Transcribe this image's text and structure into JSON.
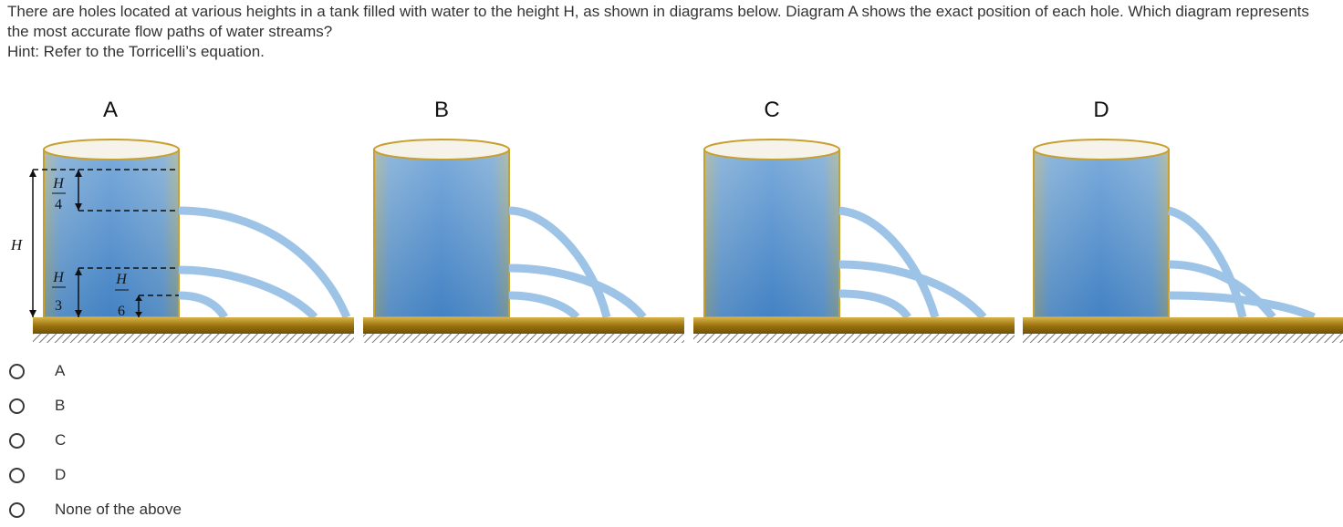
{
  "question": {
    "text": "There are holes located at various heights in a tank filled with water to the height H, as shown in diagrams below. Diagram A shows the exact position of each hole. Which diagram represents the most accurate flow paths of water streams?",
    "hint": "Hint: Refer to the Torricelli’s equation."
  },
  "figure": {
    "panels": [
      {
        "label": "A"
      },
      {
        "label": "B"
      },
      {
        "label": "C"
      },
      {
        "label": "D"
      }
    ],
    "annotations": {
      "H": "H",
      "h_top_num": "H",
      "h_top_den": "4",
      "h_mid_num": "H",
      "h_mid_den": "3",
      "h_low_num": "H",
      "h_low_den": "6"
    },
    "colors": {
      "water": "#5b9bd5",
      "stream": "#9dc3e6",
      "base": "#a0780a",
      "rim": "#c8a030"
    }
  },
  "options": [
    {
      "label": "A"
    },
    {
      "label": "B"
    },
    {
      "label": "C"
    },
    {
      "label": "D"
    },
    {
      "label": "None of the above"
    }
  ]
}
